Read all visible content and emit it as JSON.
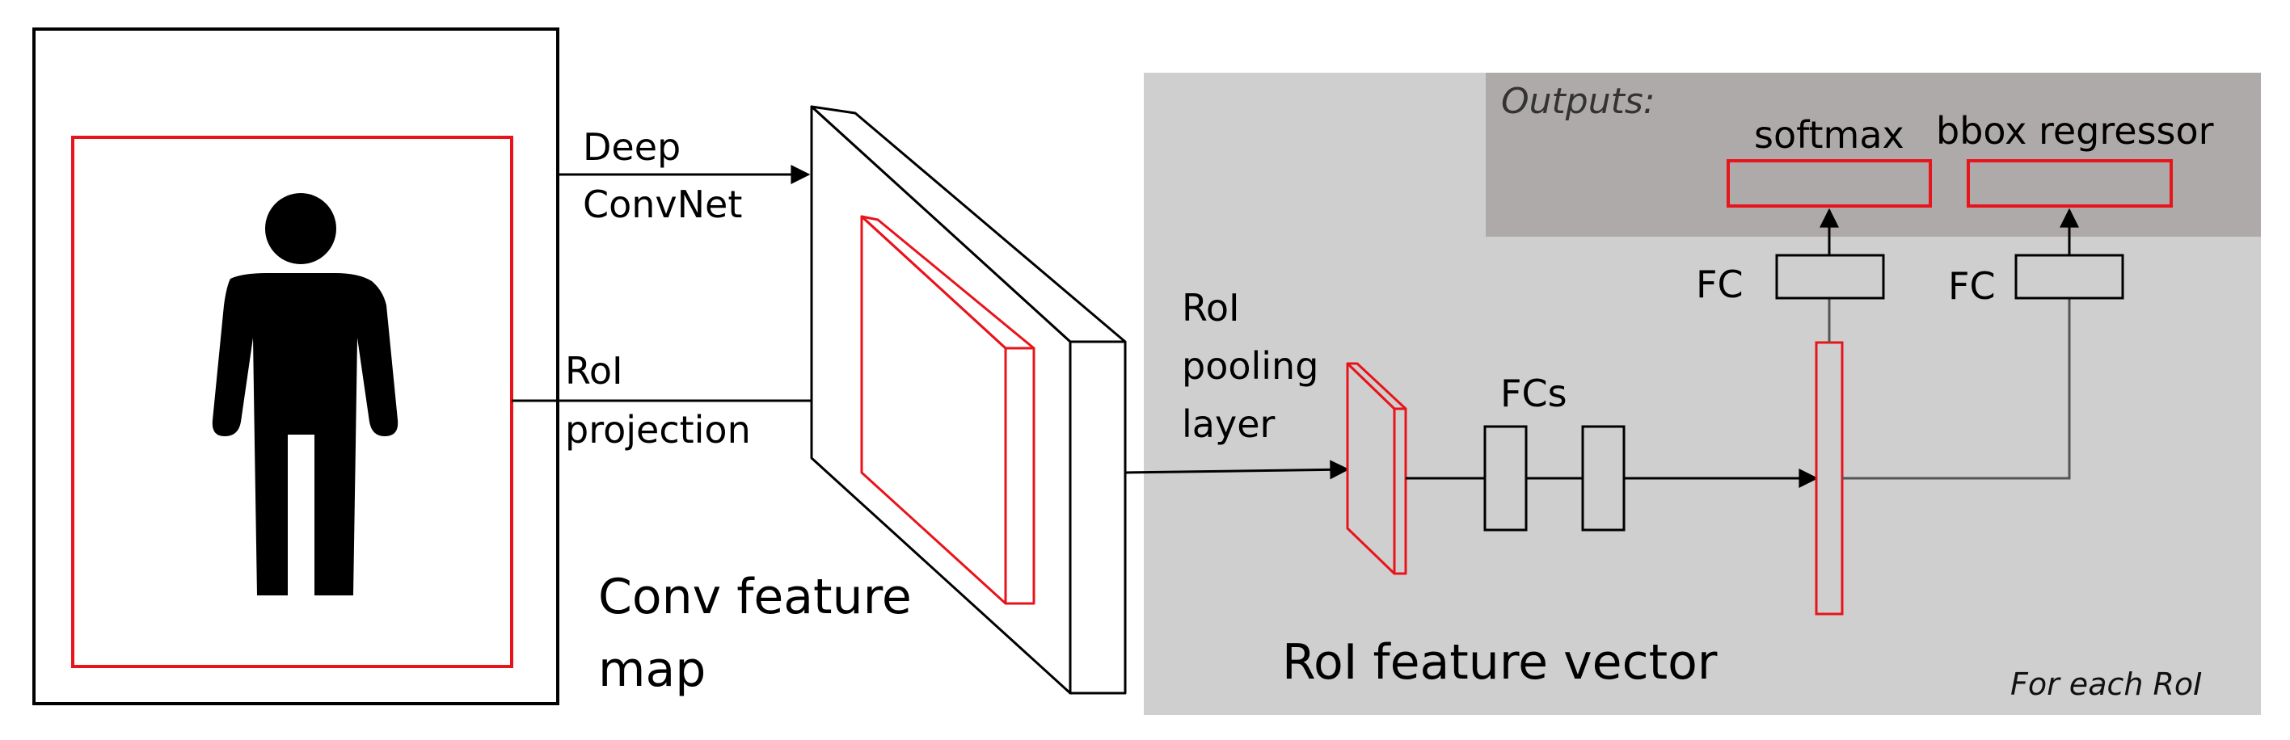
{
  "labels": {
    "deep_convnet_line1": "Deep",
    "deep_convnet_line2": "ConvNet",
    "roi_projection_line1": "RoI",
    "roi_projection_line2": "projection",
    "conv_feature_map_line1": "Conv feature",
    "conv_feature_map_line2": "map",
    "roi_pooling_line1": "RoI",
    "roi_pooling_line2": "pooling",
    "roi_pooling_line3": "layer",
    "fcs": "FCs",
    "fc_left": "FC",
    "fc_right": "FC",
    "outputs": "Outputs:",
    "softmax": "softmax",
    "bbox_regressor": "bbox regressor",
    "roi_feature_vector": "RoI feature vector",
    "for_each_roi": "For each RoI"
  },
  "colors": {
    "region_box": "#e8141b",
    "background_panel": "#d0cfcf",
    "outputs_panel": "#aeaaa9",
    "stroke": "#000000",
    "connector": "#555555"
  },
  "icons": {
    "person": "person-silhouette-icon"
  }
}
